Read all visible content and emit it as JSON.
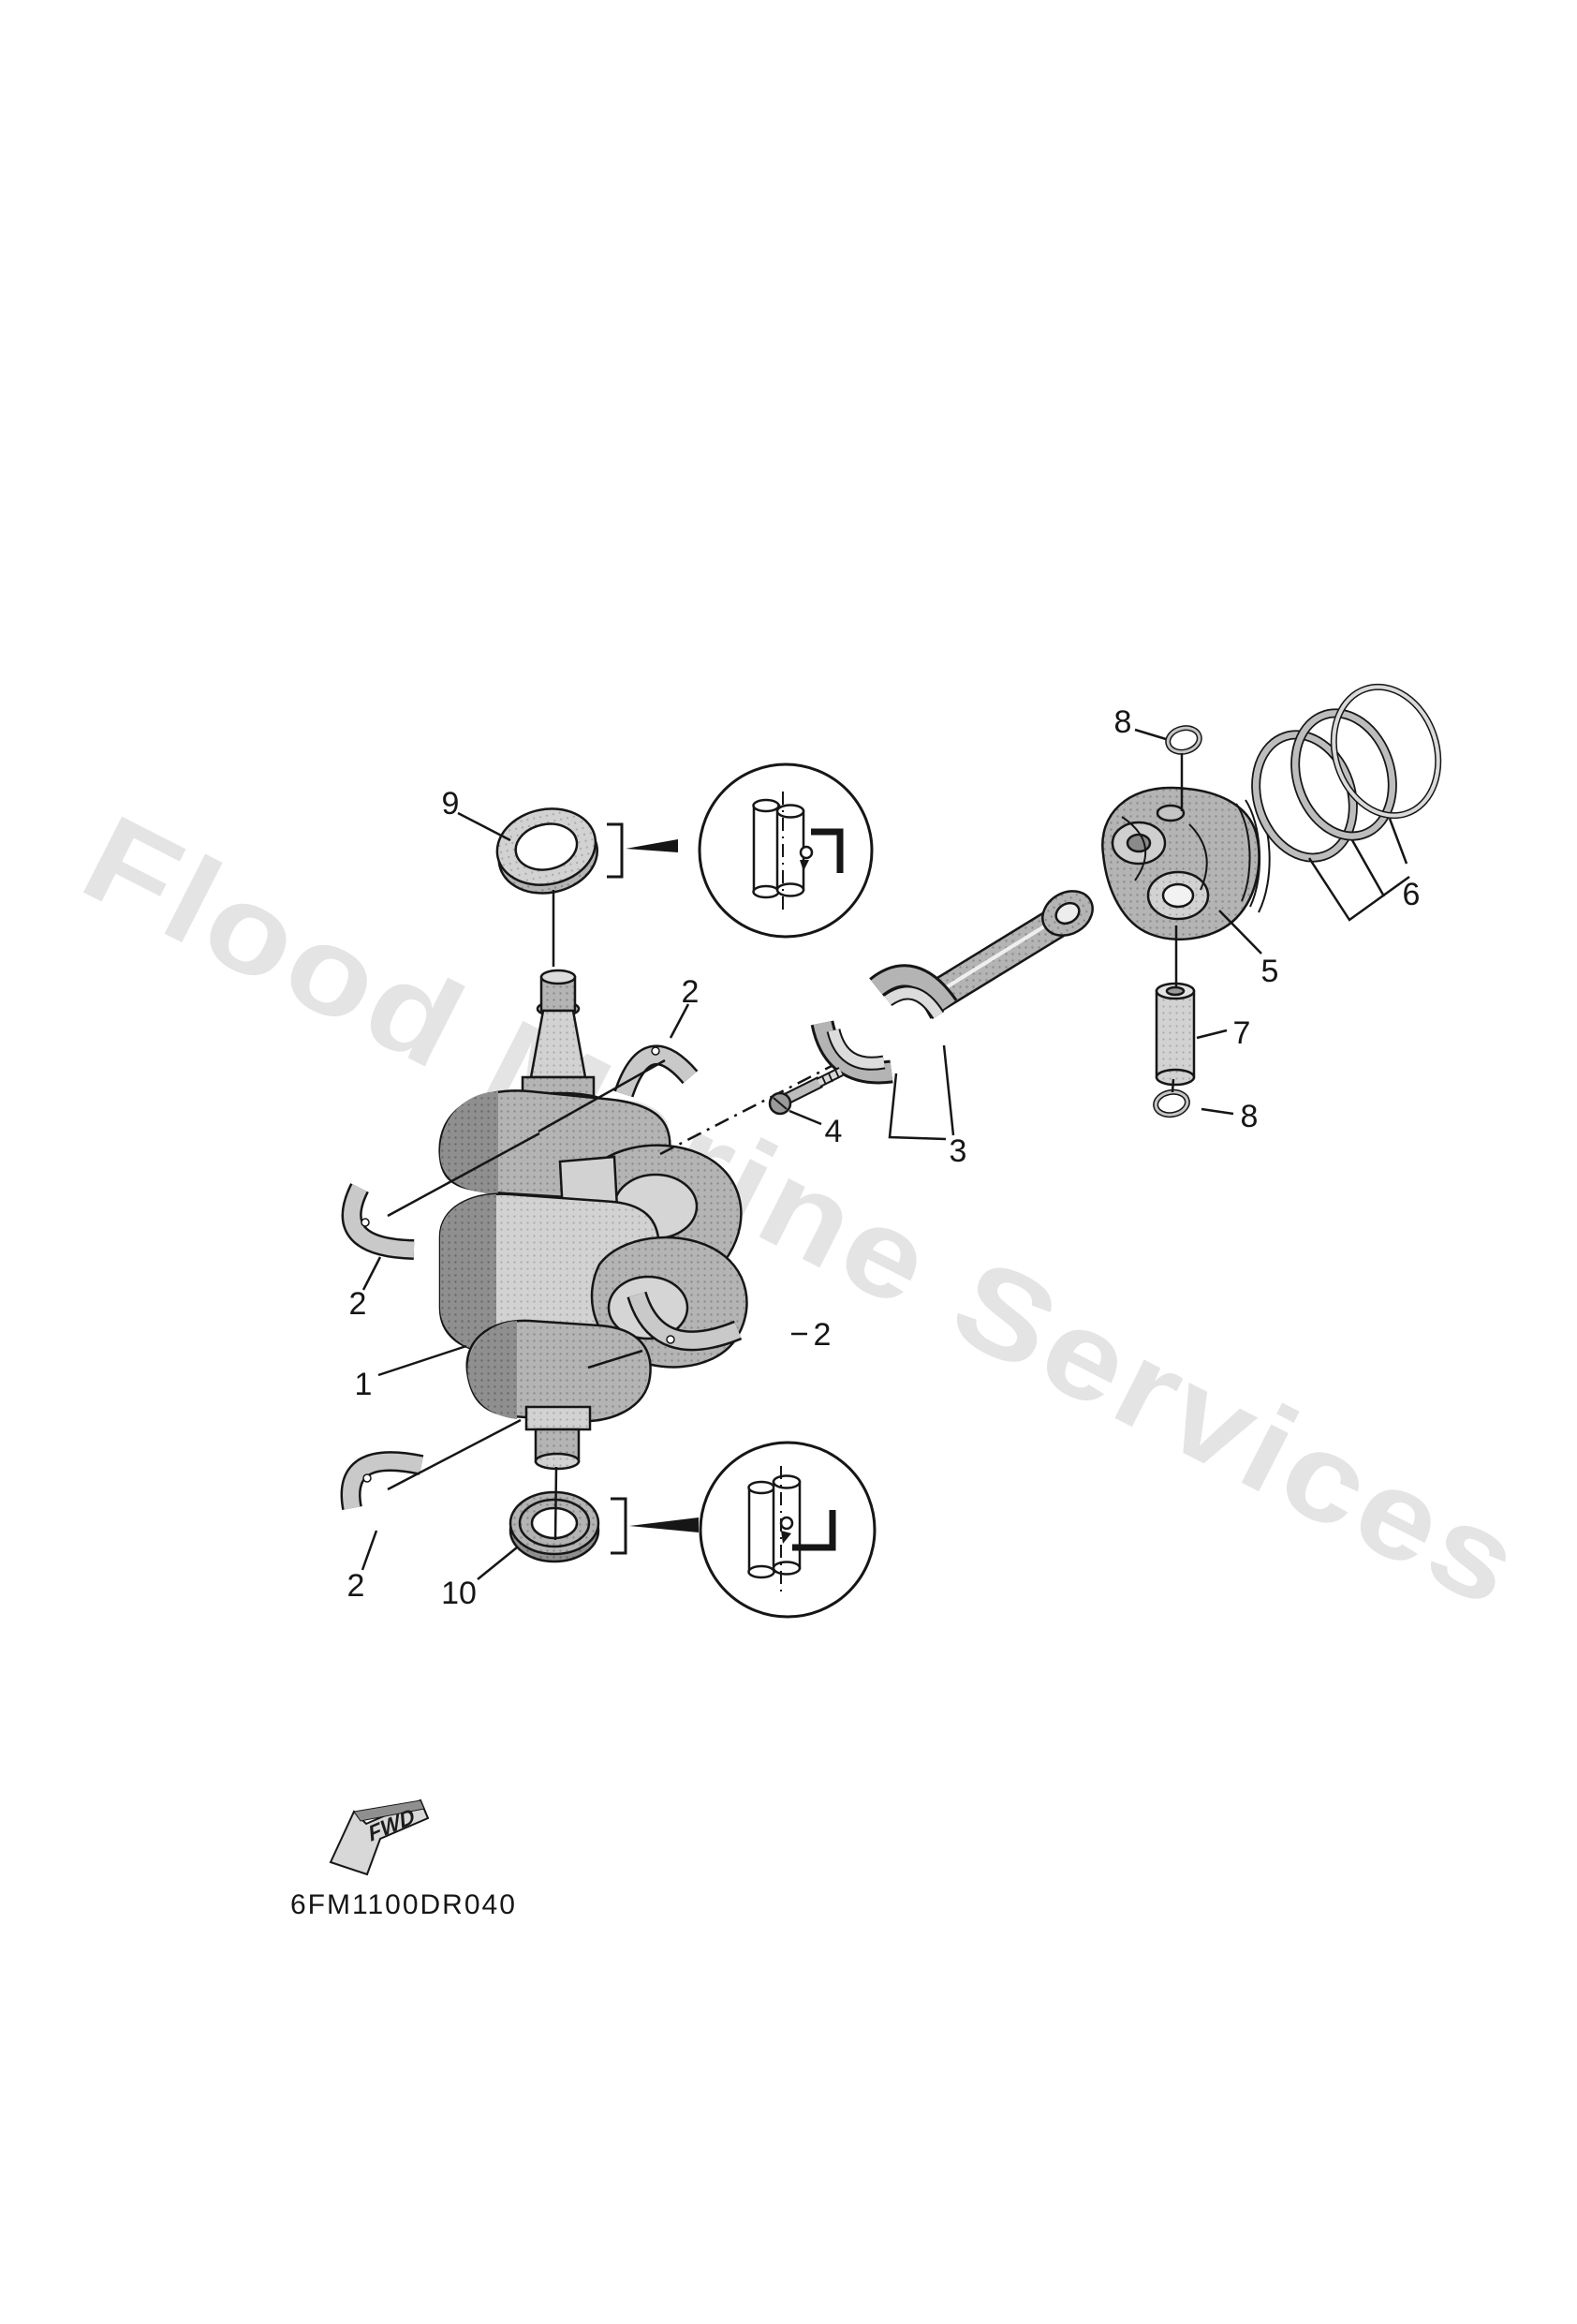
{
  "watermark": {
    "text": "Flood Marine Services",
    "color": "#e4e4e4",
    "rotation_deg": 27
  },
  "diagram_code": "6FM1100DR040",
  "direction_indicator": {
    "label": "FWD"
  },
  "accent_colors": {
    "line": "#161616",
    "part_light": "#d2d2d2",
    "part_mid": "#b4b4b4",
    "part_dark": "#8f8f8f"
  },
  "callouts": [
    {
      "label": "9"
    },
    {
      "label": "2"
    },
    {
      "label": "8"
    },
    {
      "label": "6"
    },
    {
      "label": "5"
    },
    {
      "label": "7"
    },
    {
      "label": "8"
    },
    {
      "label": "4"
    },
    {
      "label": "3"
    },
    {
      "label": "2"
    },
    {
      "label": "2"
    },
    {
      "label": "1"
    },
    {
      "label": "2"
    },
    {
      "label": "10"
    }
  ]
}
